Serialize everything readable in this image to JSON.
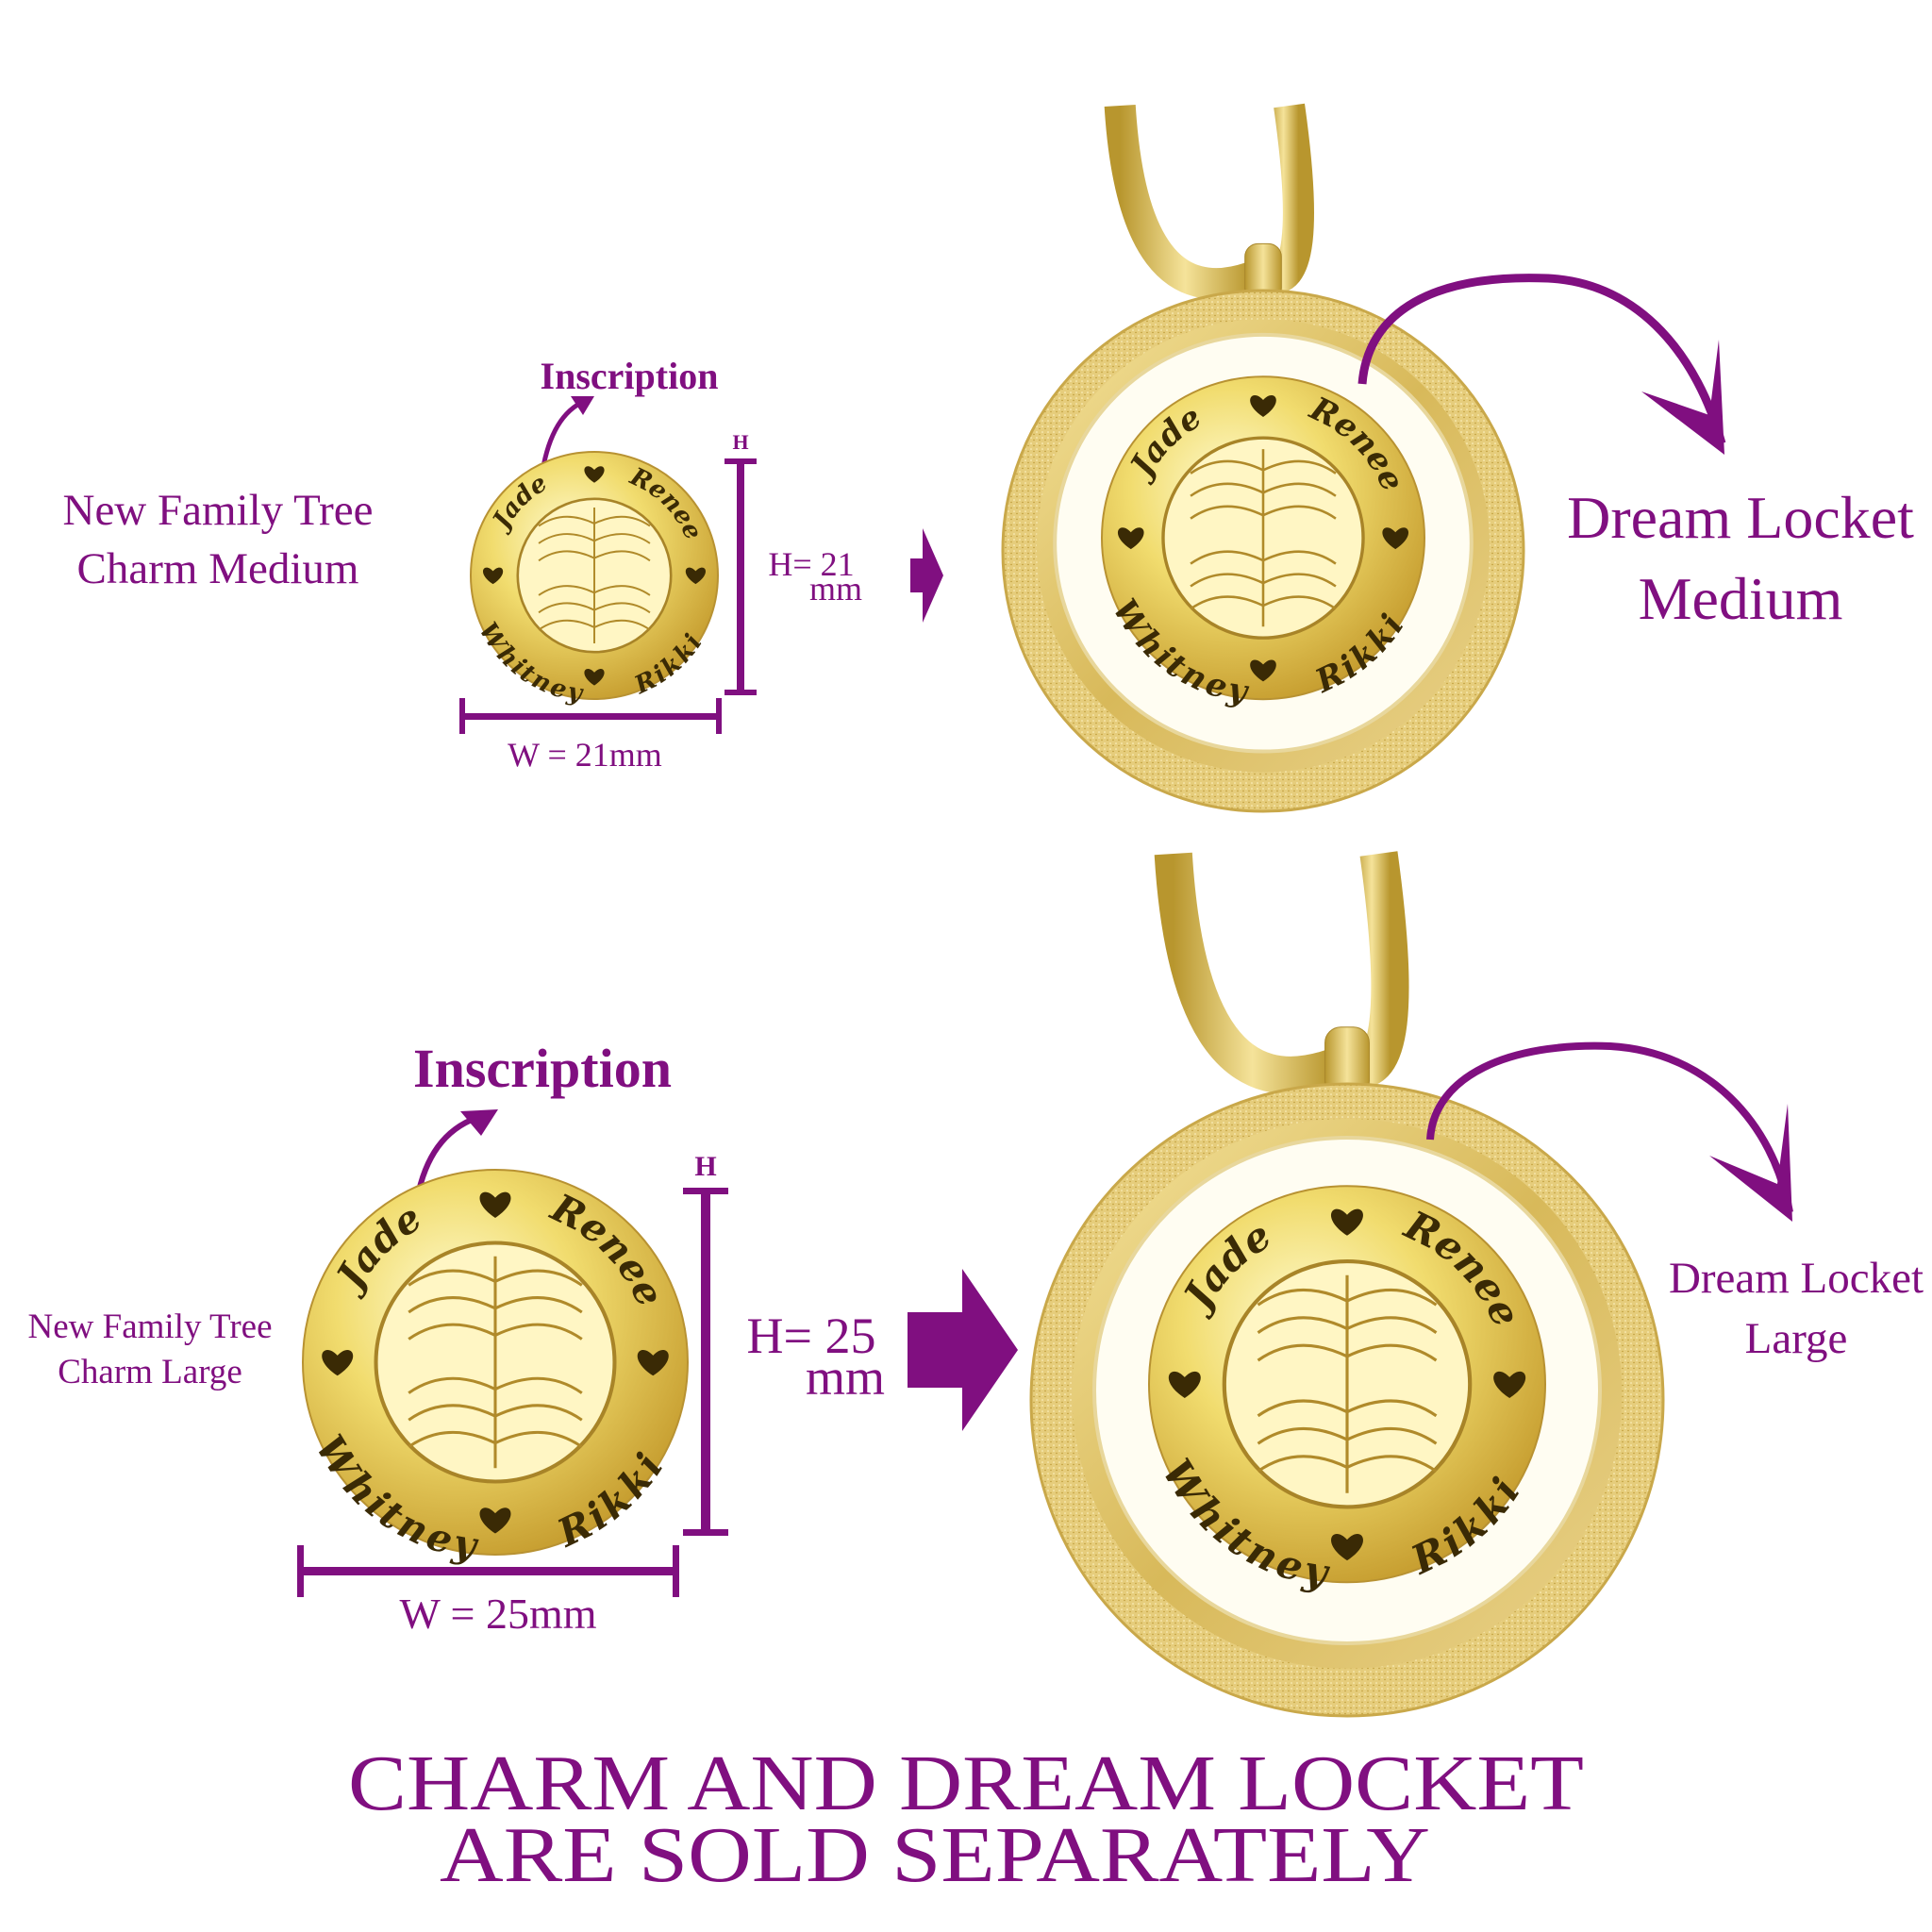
{
  "colors": {
    "accent": "#800f80",
    "gold_light": "#fbf0a0",
    "gold": "#e2c44e",
    "gold_dark": "#b48f2a",
    "engraving": "#3a2a05"
  },
  "medium": {
    "charm_label_line1": "New Family Tree",
    "charm_label_line2": "Charm Medium",
    "inscription_label": "Inscription",
    "height_marker": "H",
    "height_line1": "H= 21",
    "height_line2": "mm",
    "width_label": "W = 21mm",
    "locket_label_line1": "Dream Locket",
    "locket_label_line2": "Medium"
  },
  "large": {
    "charm_label_line1": "New Family Tree",
    "charm_label_line2": "Charm Large",
    "inscription_label": "Inscription",
    "height_marker": "H",
    "height_line1": "H= 25",
    "height_line2": "mm",
    "width_label": "W = 25mm",
    "locket_label_line1": "Dream Locket",
    "locket_label_line2": "Large"
  },
  "engraving": {
    "names": [
      "Jade",
      "Renee",
      "Whitney",
      "Rikki"
    ]
  },
  "notice": {
    "line1": "CHARM AND DREAM LOCKET",
    "line2": "ARE SOLD SEPARATELY"
  }
}
